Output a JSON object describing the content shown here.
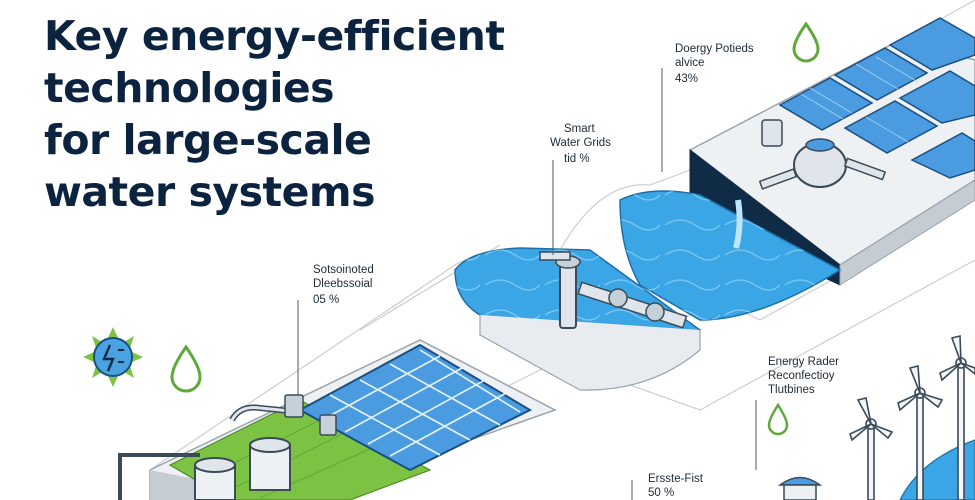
{
  "title_lines": [
    "Key energy-efficient",
    "technologies",
    "for large-scale",
    "water systems"
  ],
  "callouts": {
    "top_right": {
      "line1": "Doergy Potieds",
      "line2": "alvice",
      "value": "43%"
    },
    "smart_grids": {
      "line1": "Smart",
      "line2": "Water Grids",
      "value": "tid %"
    },
    "left": {
      "line1": "Sotsoinoted",
      "line2": "Dleebssoial",
      "value": "05 %"
    },
    "turbines": {
      "line1": "Energy Rader",
      "line2": "Reconfectioy",
      "line3": "Tlutbines"
    },
    "bottom": {
      "line1": "Ersste-Fist",
      "line2": "50 %"
    }
  },
  "colors": {
    "title": "#0c2340",
    "water": "#3aa6e6",
    "solar_panel": "#4a9be0",
    "green_deck": "#7cc243",
    "drop_icon": "#5fa83a",
    "concrete": "#eef1f4",
    "dark_wall": "#0f2b46",
    "badge_sun": "#4aa3e0"
  },
  "icons": [
    "energy-sun-badge-icon",
    "water-drop-icon",
    "solar-panel-icon",
    "pump-icon",
    "wind-turbine-icon",
    "water-tank-icon"
  ]
}
